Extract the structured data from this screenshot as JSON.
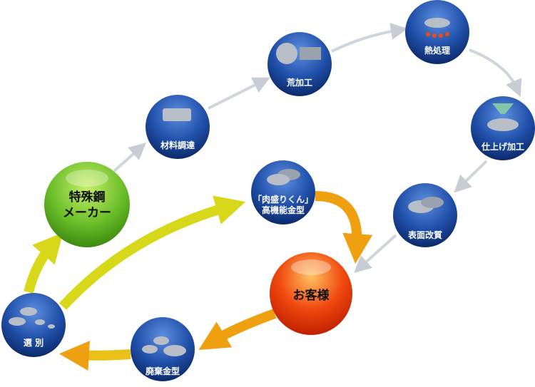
{
  "nodes": {
    "maker": {
      "line1": "特殊鋼",
      "line2": "メーカー"
    },
    "material": "材料調達",
    "rough": "荒加工",
    "heat": "熱処理",
    "finish": "仕上げ加工",
    "surface": "表面改質",
    "customer": "お客様",
    "nikumori": {
      "line1": "「肉盛りくん」",
      "line2": "高機能金型"
    },
    "disposal": "廃棄金型",
    "sorting": "選 別"
  },
  "colors": {
    "blue": "#1f4fa8",
    "green": "#6cbf2a",
    "orange": "#f04a10",
    "yellow_arrow": "#d8d81a",
    "orange_arrow": "#eea010"
  }
}
